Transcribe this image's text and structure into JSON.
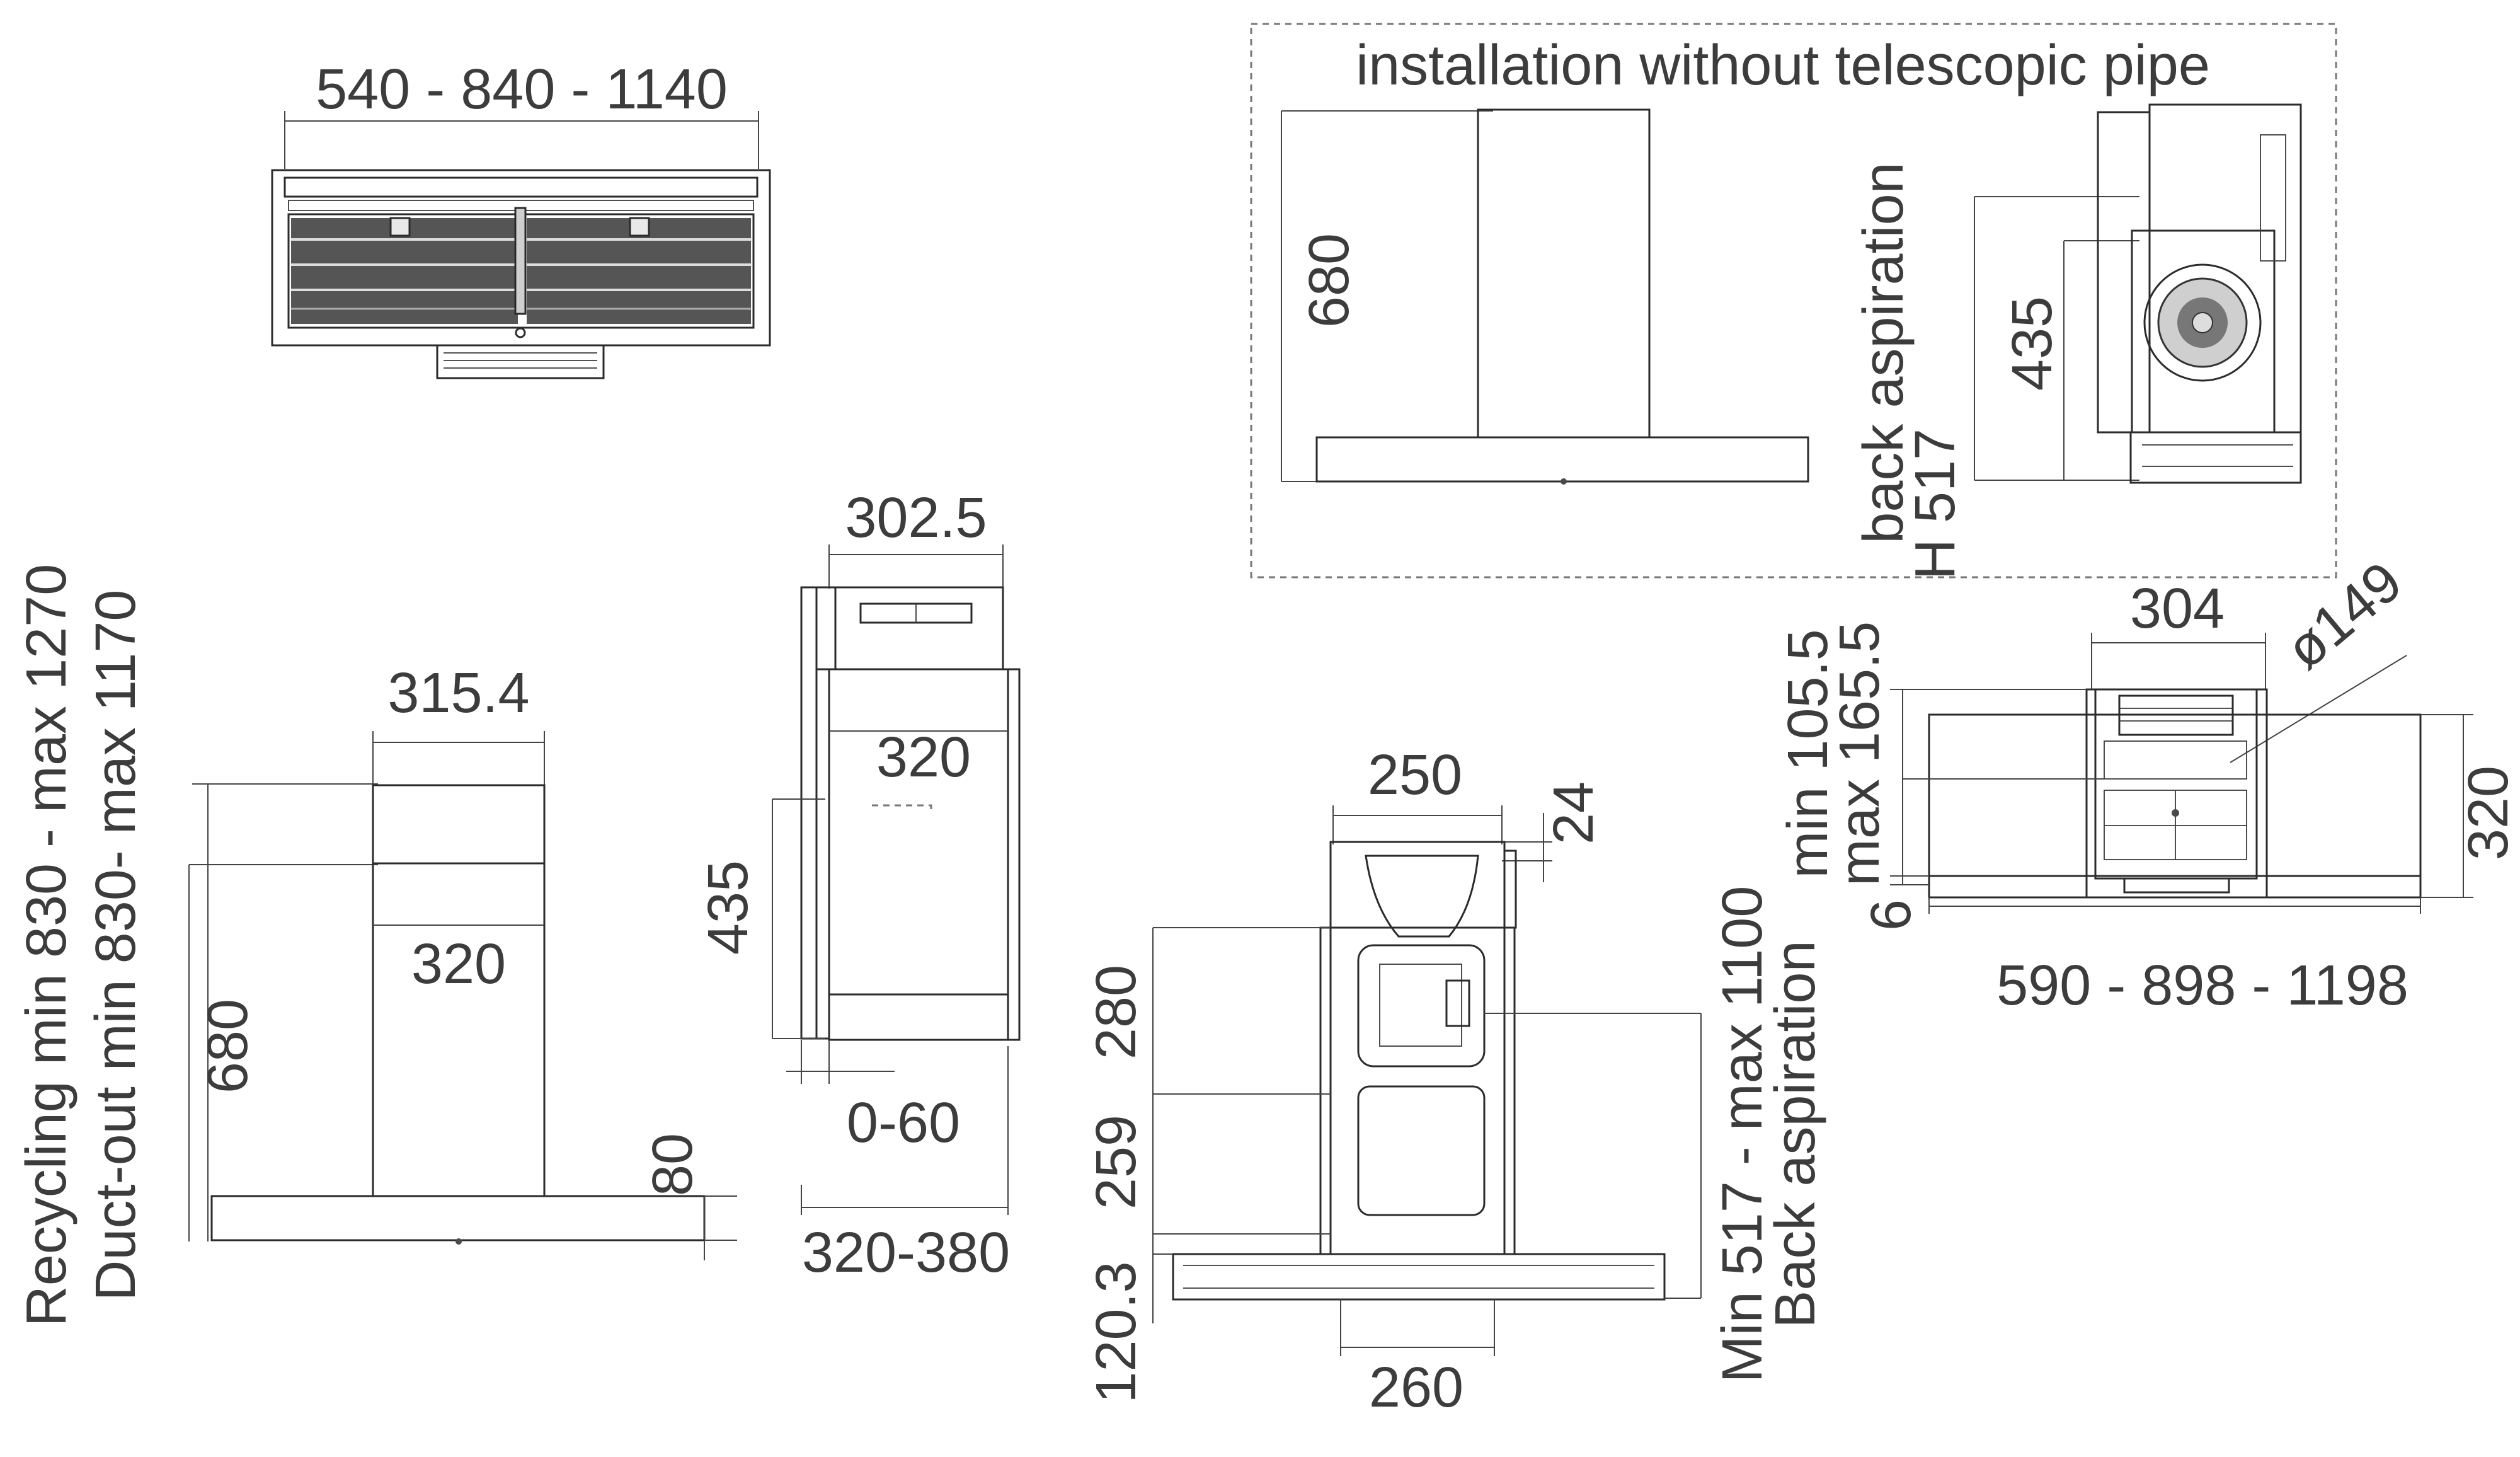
{
  "front_top_view": {
    "width_label": "540 - 840 - 1140"
  },
  "front_view": {
    "height_label_recycling": "Recycling min 830 - max 1270",
    "height_label_ductout": "Duct-out min 830- max 1170",
    "chimney_top_width": "315.4",
    "chimney_width": "320",
    "chimney_height": "680",
    "canopy_thickness": "80"
  },
  "side_view": {
    "top_depth": "302.5",
    "chimney_depth": "320",
    "wall_height": "435",
    "wall_gap": "0-60",
    "total_depth": "320-380"
  },
  "installation_box": {
    "title": "installation without telescopic pipe",
    "height": "680",
    "back_aspiration_line1": "back aspiration",
    "back_aspiration_line2": "H 517",
    "inner_height": "435"
  },
  "rear_view": {
    "top_width": "250",
    "top_offset": "24",
    "upper_height": "280",
    "middle_height": "259",
    "bottom_height": "120.3",
    "bottom_width": "260",
    "min_max_line1": "Min 517 - max 1100",
    "min_max_line2": "Back aspiration"
  },
  "top_detail_view": {
    "width": "304",
    "diameter": "ø149",
    "min_label": "min 105.5",
    "max_label": "max 165.5",
    "height": "320",
    "thickness": "6",
    "total_width": "590 - 898 - 1198"
  }
}
